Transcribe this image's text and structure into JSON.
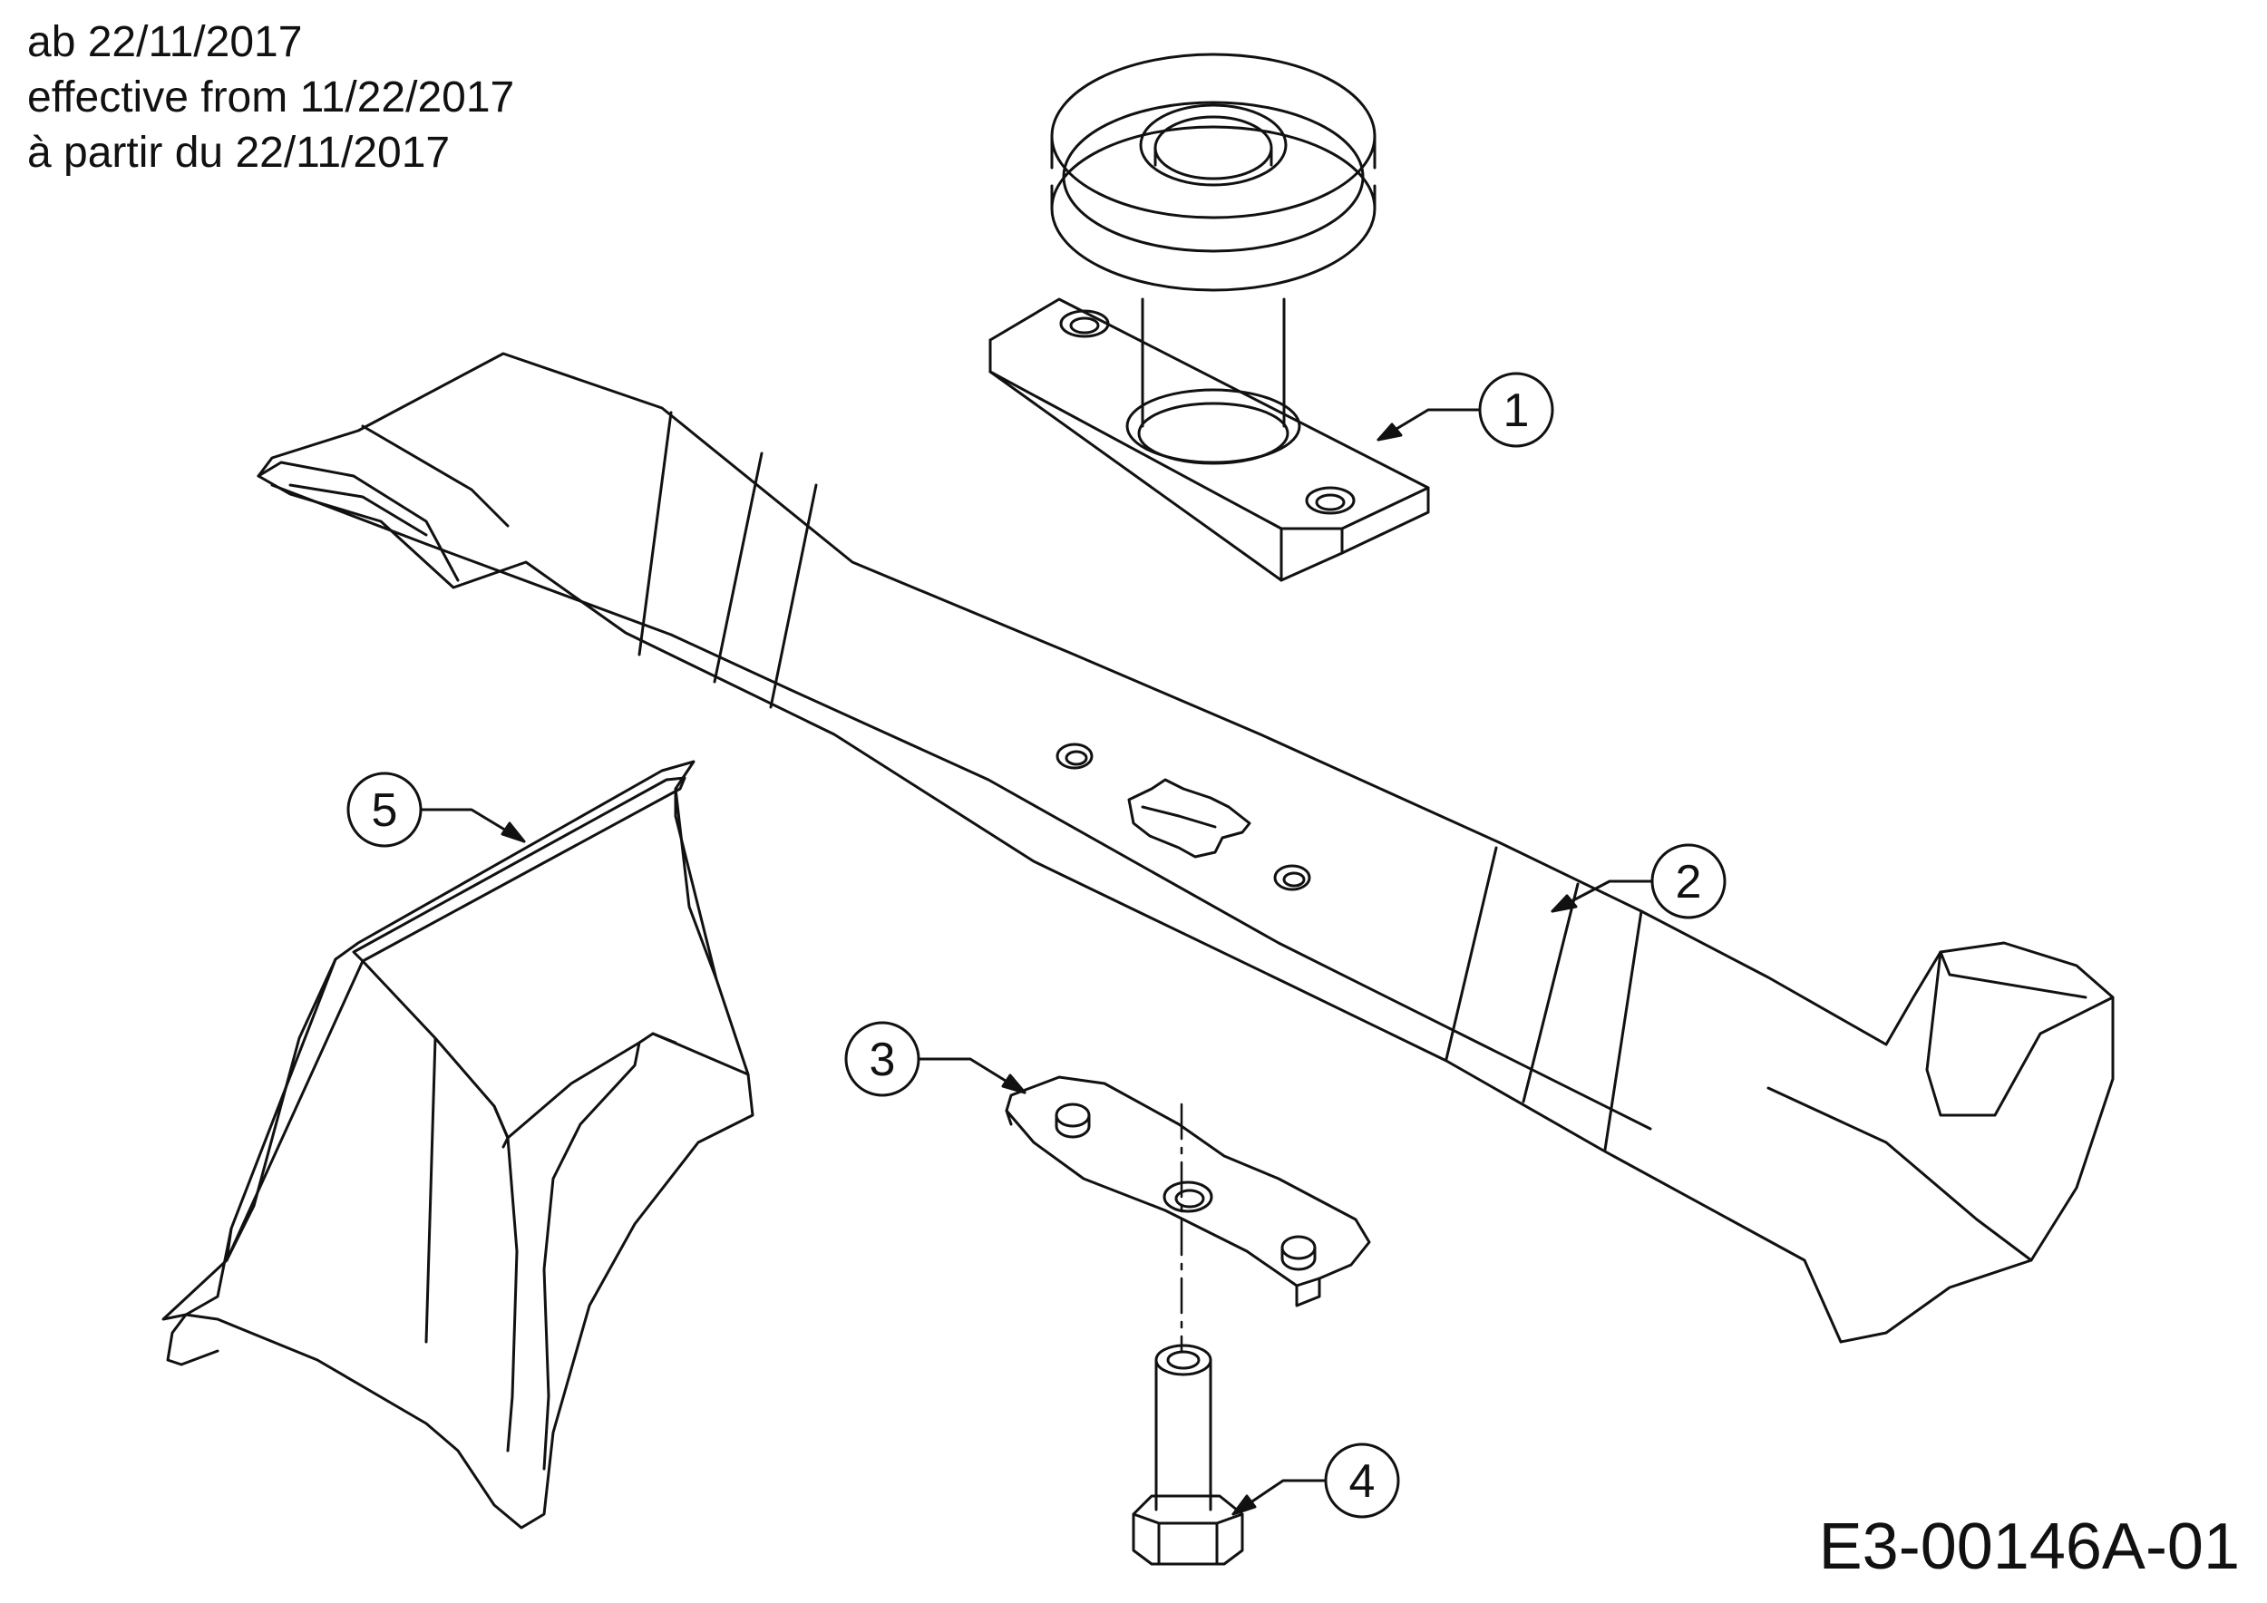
{
  "header": {
    "line_de": "ab 22/11/2017",
    "line_en": "effective from 11/22/2017",
    "line_fr": "à partir du 22/11/2017"
  },
  "figure_id": "E3-00146A-01",
  "callouts": [
    {
      "number": "1",
      "part": "pulley spindle housing"
    },
    {
      "number": "2",
      "part": "mower blade"
    },
    {
      "number": "3",
      "part": "blade adapter"
    },
    {
      "number": "4",
      "part": "hex bolt"
    },
    {
      "number": "5",
      "part": "mulch / grass deflector"
    }
  ],
  "colors": {
    "line": "#111111",
    "background": "#ffffff"
  }
}
